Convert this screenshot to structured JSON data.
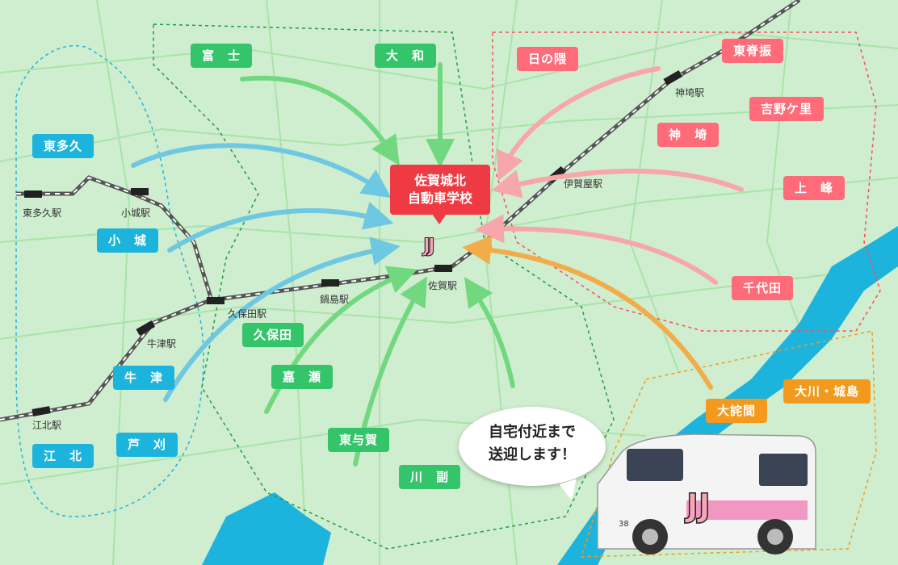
{
  "school": {
    "line1": "佐賀城北",
    "line2": "自動車学校",
    "logo": "JJ"
  },
  "bubble": {
    "line1": "自宅付近まで",
    "line2": "送迎します！"
  },
  "areas": {
    "green": [
      "富　士",
      "大　和",
      "久保田",
      "嘉　瀬",
      "東与賀",
      "川　副"
    ],
    "blue": [
      "東多久",
      "小　城",
      "牛　津",
      "芦　刈",
      "江　北"
    ],
    "red": [
      "日の隈",
      "東脊振",
      "吉野ケ里",
      "神　埼",
      "上　峰",
      "千代田"
    ],
    "orange": [
      "大詫間",
      "大川・城島"
    ]
  },
  "stations": [
    "東多久駅",
    "小城駅",
    "牛津駅",
    "久保田駅",
    "鍋島駅",
    "佐賀駅",
    "伊賀屋駅",
    "神埼駅",
    "江北駅"
  ],
  "colors": {
    "green": "#34c46a",
    "blue": "#1cb4dc",
    "red": "#ff6b78",
    "orange": "#f39a1e",
    "school": "#f03a43",
    "river": "#1cb4dc"
  },
  "van": {
    "number": "38"
  }
}
